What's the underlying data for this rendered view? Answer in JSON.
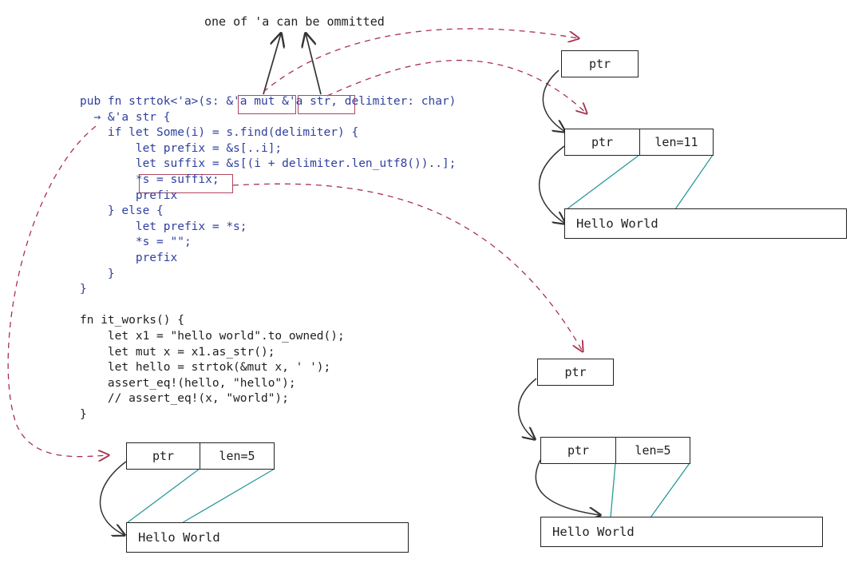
{
  "annotation": "one of 'a can be ommitted",
  "code": {
    "lines": [
      "pub fn strtok<'a>(s: &'a mut &'a str, delimiter: char)",
      "  → &'a str {",
      "    if let Some(i) = s.find(delimiter) {",
      "        let prefix = &s[..i];",
      "        let suffix = &s[(i + delimiter.len_utf8())..];",
      "        *s = suffix;",
      "        prefix",
      "    } else {",
      "        let prefix = *s;",
      "        *s = \"\";",
      "        prefix",
      "    }",
      "}",
      "",
      "fn it_works() {",
      "    let x1 = \"hello world\".to_owned();",
      "    let mut x = x1.as_str();",
      "    let hello = strtok(&mut x, ' ');",
      "    assert_eq!(hello, \"hello\");",
      "    // assert_eq!(x, \"world\");",
      "}"
    ]
  },
  "diagrams": {
    "top_right": {
      "outer_ptr": "ptr",
      "inner_ptr": "ptr",
      "inner_len": "len=11",
      "string": "Hello  World"
    },
    "bottom_left": {
      "ptr": "ptr",
      "len": "len=5",
      "string": "Hello  World"
    },
    "bottom_right": {
      "outer_ptr": "ptr",
      "inner_ptr": "ptr",
      "inner_len": "len=5",
      "string": "Hello  World"
    }
  },
  "colors": {
    "code_blue": "#2f3f9e",
    "dashed_arrow": "#a8324f",
    "teal_line": "#2a9a96",
    "ink": "#222222"
  }
}
